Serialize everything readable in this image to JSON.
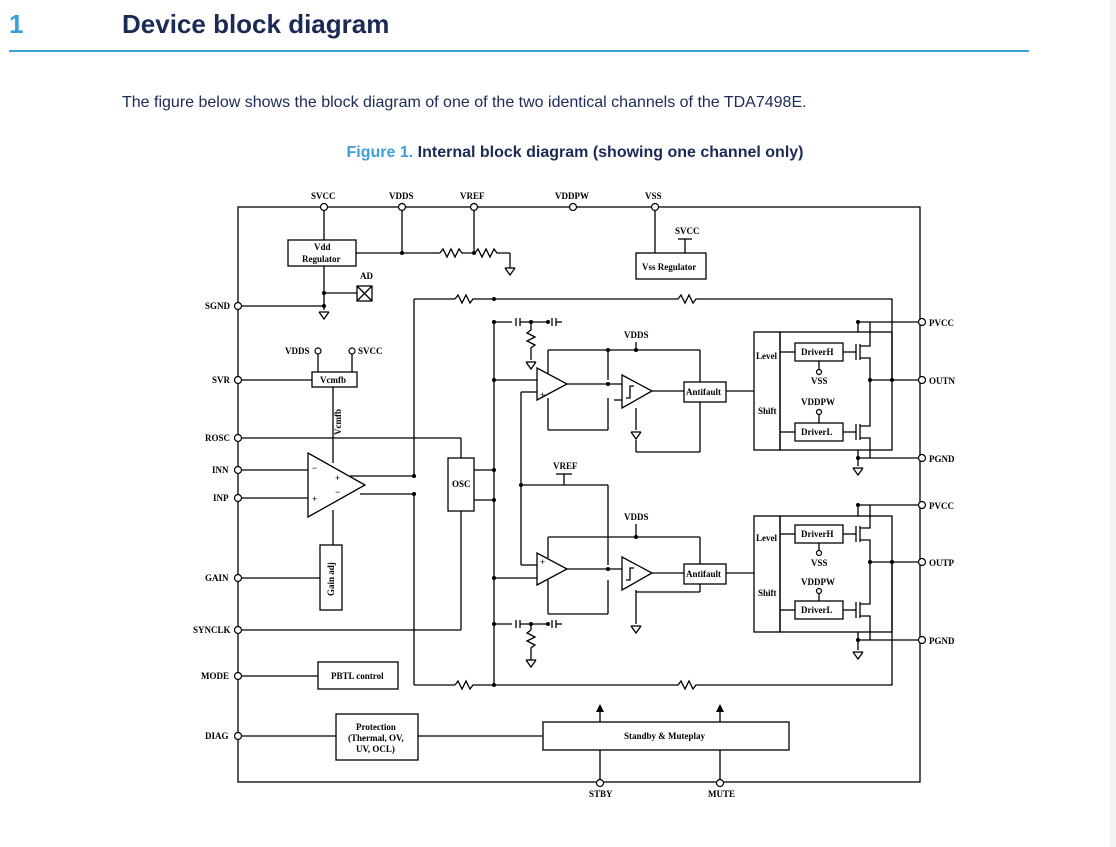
{
  "section": {
    "number": "1",
    "title": "Device block diagram"
  },
  "intro_text": "The figure below shows the block diagram of one of the two identical channels of the TDA7498E.",
  "figure": {
    "label": "Figure 1.",
    "caption": "Internal block diagram (showing one channel only)"
  },
  "diagram": {
    "top_pins": {
      "svcc": "SVCC",
      "vdds": "VDDS",
      "vref": "VREF",
      "vddpw": "VDDPW",
      "vss": "VSS"
    },
    "left_pins": {
      "sgnd": "SGND",
      "svr": "SVR",
      "rosc": "ROSC",
      "inn": "INN",
      "inp": "INP",
      "gain": "GAIN",
      "synclk": "SYNCLK",
      "mode": "MODE",
      "diag": "DIAG"
    },
    "right_pins": {
      "pvcc_top": "PVCC",
      "outn": "OUTN",
      "pgnd_top": "PGND",
      "pvcc_bottom": "PVCC",
      "outp": "OUTP",
      "pgnd_bottom": "PGND"
    },
    "bottom_pins": {
      "stby": "STBY",
      "mute": "MUTE"
    },
    "blocks": {
      "vdd_regulator_line1": "Vdd",
      "vdd_regulator_line2": "Regulator",
      "ad": "AD",
      "vss_regulator": "Vss Regulator",
      "vss_svcc": "SVCC",
      "vcmfb": "Vcmfb",
      "vcmfb_vdds": "VDDS",
      "vcmfb_svcc": "SVCC",
      "vcmfb_vertical": "Vcmfb",
      "osc": "OSC",
      "gain_adj": "Gain adj",
      "pbtl_control": "PBTL control",
      "protection_line1": "Protection",
      "protection_line2": "(Thermal, OV,",
      "protection_line3": "UV, OCL)",
      "standby_muteplay": "Standby & Muteplay",
      "vref_mid": "VREF",
      "vdds_top": "VDDS",
      "vdds_bottom": "VDDS",
      "antifault_top": "Antifault",
      "antifault_bottom": "Antifault",
      "level_top": "Level",
      "shift_top": "Shift",
      "level_bottom": "Level",
      "shift_bottom": "Shift",
      "driverh_top": "DriverH",
      "driverl_top": "DriverL",
      "driverh_bottom": "DriverH",
      "driverl_bottom": "DriverL",
      "vss_top": "VSS",
      "vddpw_top": "VDDPW",
      "vss_bottom": "VSS",
      "vddpw_bottom": "VDDPW"
    }
  }
}
